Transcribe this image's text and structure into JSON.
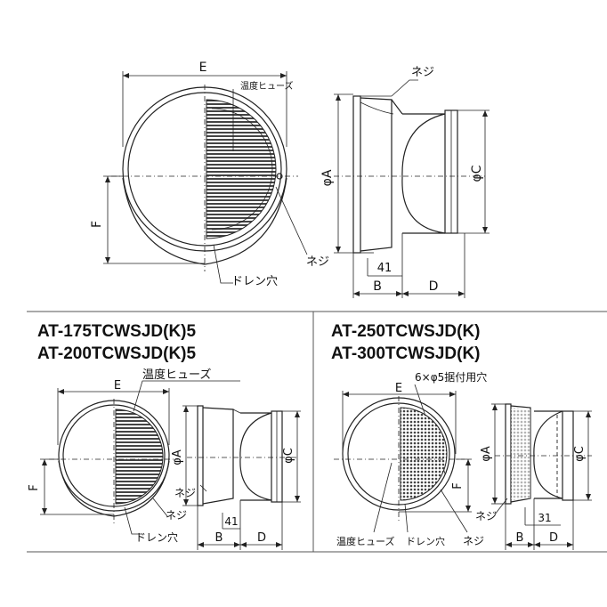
{
  "top": {
    "dim_E": "E",
    "dim_F": "F",
    "dim_A": "φA",
    "dim_C": "φC",
    "dim_B": "B",
    "dim_D": "D",
    "dim_41": "41",
    "label_fuse": "温度ヒューズ",
    "label_screw_top": "ネジ",
    "label_screw_side": "ネジ",
    "label_drain": "ドレン穴"
  },
  "left_panel": {
    "model_1": "AT-175TCWSJD(K)5",
    "model_2": "AT-200TCWSJD(K)5",
    "dim_E": "E",
    "dim_F": "F",
    "dim_A": "φA",
    "dim_C": "φC",
    "dim_B": "B",
    "dim_D": "D",
    "dim_41": "41",
    "label_fuse": "温度ヒューズ",
    "label_screw_1": "ネジ",
    "label_screw_2": "ネジ",
    "label_drain": "ドレン穴"
  },
  "right_panel": {
    "model_1": "AT-250TCWSJD(K)",
    "model_2": "AT-300TCWSJD(K)",
    "label_mount_holes": "6×φ5据付用穴",
    "dim_E": "E",
    "dim_F": "F",
    "dim_A": "φA",
    "dim_C": "φC",
    "dim_B": "B",
    "dim_D": "D",
    "dim_31": "31",
    "label_screw": "ネジ",
    "label_fuse": "温度ヒューズ",
    "label_drain": "ドレン穴",
    "label_screw_2": "ネジ"
  }
}
